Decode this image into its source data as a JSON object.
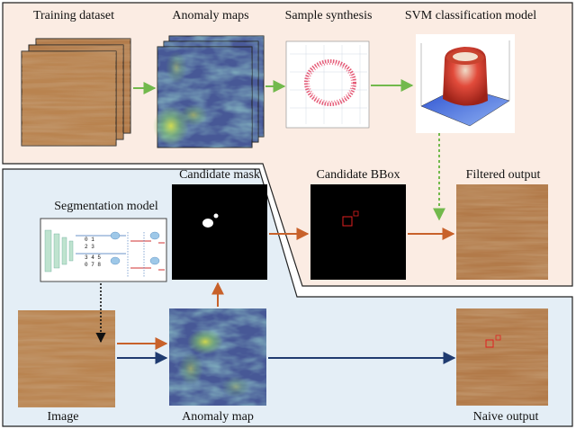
{
  "labels": {
    "training_dataset": "Training dataset",
    "anomaly_maps": "Anomaly maps",
    "sample_synthesis": "Sample synthesis",
    "svm_model": "SVM classification model",
    "segmentation_model": "Segmentation model",
    "candidate_mask": "Candidate mask",
    "candidate_bbox": "Candidate BBox",
    "filtered_output": "Filtered output",
    "image": "Image",
    "anomaly_map": "Anomaly map",
    "naive_output": "Naive output"
  },
  "colors": {
    "top_panel_bg": "#fbece3",
    "bottom_panel_bg": "#e4eef6",
    "panel_border": "#222222",
    "orange_arrow": "#c8612a",
    "navy_arrow": "#1f3b70",
    "green_arrow": "#72b94c",
    "dashed_arrow": "#111111",
    "wood_base": "#b27a49",
    "wood_dark": "#8a5530",
    "wood_light": "#d3a070",
    "anomaly_base": "#4a5a9a",
    "anomaly_hot": "#c8d94a",
    "mask_bg": "#000000",
    "bbox_red": "#e02020"
  },
  "icons": {
    "scatter_plot": "ring-scatter-plot-icon",
    "surface_plot": "3d-surface-plot-icon",
    "network": "segmentation-network-diagram-icon"
  }
}
